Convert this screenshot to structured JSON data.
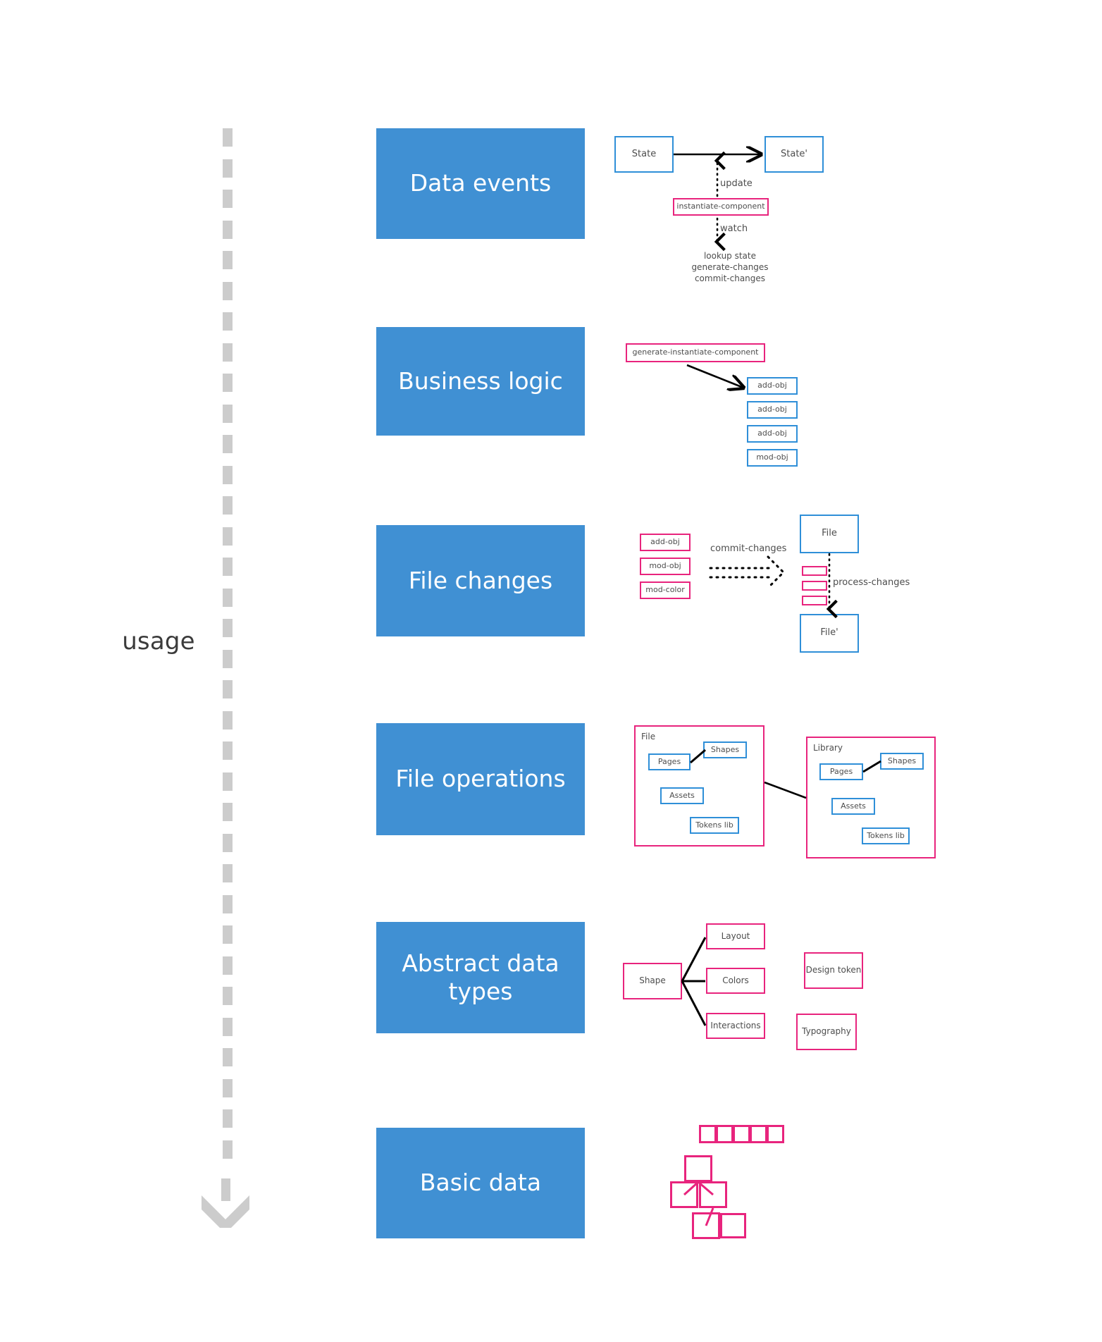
{
  "colors": {
    "stage_fill": "#4090d3",
    "stage_text": "#ffffff",
    "accent_blue": "#2f8fd8",
    "accent_pink": "#e8247d",
    "rail_gray": "#cccccc",
    "body_text": "#4d4d4d"
  },
  "axis": {
    "label": "usage",
    "arrow_direction": "down"
  },
  "stages": [
    {
      "id": "data-events",
      "label": "Data events"
    },
    {
      "id": "business-logic",
      "label": "Business logic"
    },
    {
      "id": "file-changes",
      "label": "File changes"
    },
    {
      "id": "file-operations",
      "label": "File operations"
    },
    {
      "id": "abstract-data-types",
      "label": "Abstract data types"
    },
    {
      "id": "basic-data",
      "label": "Basic data"
    }
  ],
  "data_events": {
    "state": "State",
    "state_prime": "State'",
    "component": "instantiate-component",
    "update_label": "update",
    "watch_label": "watch",
    "actions": "lookup state\ngenerate-changes\ncommit-changes"
  },
  "business_logic": {
    "generator": "generate-instantiate-component",
    "ops": [
      "add-obj",
      "add-obj",
      "add-obj",
      "mod-obj"
    ]
  },
  "file_changes": {
    "changes": [
      "add-obj",
      "mod-obj",
      "mod-color"
    ],
    "commit_label": "commit-changes",
    "file": "File",
    "file_prime": "File'",
    "process_label": "process-changes"
  },
  "file_operations": {
    "file_group": {
      "title": "File",
      "nodes": [
        "Pages",
        "Shapes",
        "Assets",
        "Tokens lib"
      ]
    },
    "library_group": {
      "title": "Library",
      "nodes": [
        "Pages",
        "Shapes",
        "Assets",
        "Tokens lib"
      ]
    }
  },
  "abstract_data_types": {
    "root": "Shape",
    "children": [
      "Layout",
      "Colors",
      "Interactions"
    ],
    "standalone": [
      "Design token",
      "Typography"
    ]
  },
  "basic_data": {
    "array_cells": 5,
    "tree_nodes": 5
  }
}
